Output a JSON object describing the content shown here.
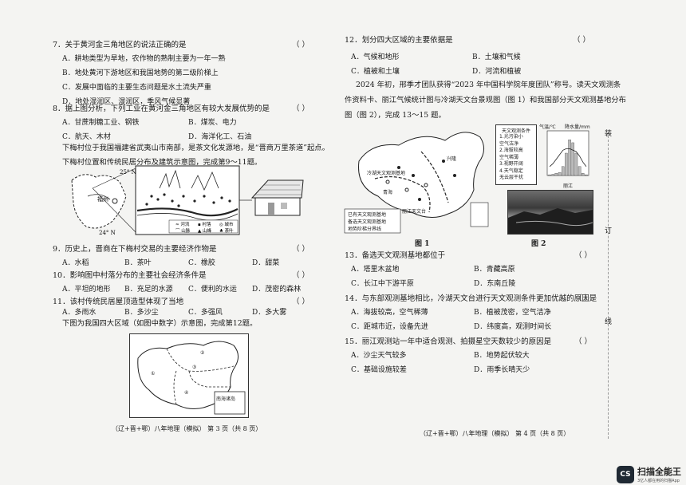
{
  "left": {
    "q7": {
      "stem": "7．关于黄河金三角地区的说法正确的是",
      "paren": "（     ）",
      "options": [
        "A．耕地类型为旱地，农作物的熟制主要为一年一熟",
        "B．地处黄河下游地区和我国地势的第二级阶梯上",
        "C．发展中面临的主要生态问题是水土流失严重",
        "D．地处湿润区、湿润区，季风气候显著"
      ]
    },
    "q8": {
      "stem": "8．据上图分析，下列工业在黄河金三角地区有较大发展优势的是",
      "paren": "（     ）",
      "options": [
        "A．甘蔗制糖工业、钢铁",
        "B．煤炭、电力",
        "C．航天、木材",
        "D．海洋化工、石油"
      ]
    },
    "intro1": [
      "下梅村位于我国福建省武夷山市南部，是茶文化发源地，是“晋商万里茶道”起点。",
      "下梅村位置和传统民居分布及建筑示意图，完成第9～11题。"
    ],
    "map1": {
      "lat25": "25° N",
      "lat24": "24° N",
      "fuzhou": "福州",
      "legend_river": "河流",
      "legend_village": "村落",
      "legend_city": "城市",
      "legend_mountain": "山脉",
      "legend_ridge": "山峰",
      "legend_tea": "茶叶"
    },
    "q9": {
      "stem": "9．历史上，晋商在下梅村交易的主要经济作物是",
      "paren": "（     ）",
      "options": [
        "A．水稻",
        "B．茶叶",
        "C．橡胶",
        "D．甜菜"
      ]
    },
    "q10": {
      "stem": "10．影响图中村落分布的主要社会经济条件是",
      "paren": "（     ）",
      "options": [
        "A．平坦的地形",
        "B．充足的水源",
        "C．便利的水运",
        "D．茂密的森林"
      ]
    },
    "q11": {
      "stem": "11．该村传统民居屋顶造型体现了当地",
      "paren": "（     ）",
      "options": [
        "A．多雨水",
        "B．多沙尘",
        "C．多强风",
        "D．多大雾"
      ]
    },
    "intro2": "下图为我国四大区域（如图中数字）示意图，完成第12题。",
    "map2": {
      "r1": "①",
      "r2": "②",
      "r3": "③",
      "r4": "④",
      "south_sea": "南海诸岛"
    },
    "footer": "（辽+晋+鄂）八年地理（模拟）  第 3 页（共 8 页）"
  },
  "right": {
    "q12": {
      "stem": "12．划分四大区域的主要依据是",
      "paren": "（     ）",
      "options": [
        "A．气候和地形",
        "B．土壤和气候",
        "C．植被和土壤",
        "D．河流和植被"
      ]
    },
    "intro": [
      "2024 年初，邢季才团队获得“2023 年中国科学院年度团队”称号。读天文观测条",
      "件资料卡、丽江气候统计图与冷湖天文台景观图（图 1）和我国部分天文观测基地分布",
      "图（图 2），完成 13～15 题。"
    ],
    "fig1_label": "图 1",
    "fig2_label": "图 2",
    "fig1": {
      "lenghu": "冷湖天文观测基地",
      "qinghai": "青海",
      "legend1": "已有天文观测基地",
      "legend2": "备选天文观测基地",
      "legend3": "地势阶梯分界线",
      "lijiang_obs": "丽江天文台",
      "xinglong": "兴隆"
    },
    "card": {
      "title": "天文观测条件",
      "items": [
        "1.光污染小",
        "空气洁净",
        "2.海拔较高",
        "空气稀薄",
        "3.视野开阔",
        "4.天气稳定",
        "无云层干扰"
      ]
    },
    "climate": {
      "left_label": "气温/℃",
      "right_label": "降水量/mm",
      "city": "丽江"
    },
    "q13": {
      "stem": "13．备选天文观测基地都位于",
      "paren": "（     ）",
      "options": [
        "A．塔里木盆地",
        "B．青藏高原",
        "C．长江中下游平原",
        "D．东南丘陵"
      ]
    },
    "q14": {
      "stem": "14．与东部观测基地相比，冷湖天文台进行天文观测条件更加优越的原因是",
      "paren": "（     ）",
      "options": [
        "A．海拔较高，空气稀薄",
        "B．植被茂密，空气洁净",
        "C．距城市近，设备先进",
        "D．纬度高，观测时间长"
      ]
    },
    "q15": {
      "stem": "15．丽江观测站一年中适合观测、拍摄星空天数较少的原因是",
      "paren": "（     ）",
      "options": [
        "A．沙尘天气较多",
        "B．地势起伏较大",
        "C．基础设施较差",
        "D．雨季长晴天少"
      ]
    },
    "footer": "（辽+晋+鄂）八年地理（模拟）  第 4 页（共 8 页）",
    "side_chars": [
      "装",
      "订",
      "线"
    ]
  },
  "watermark": {
    "logo": "CS",
    "name": "扫描全能王",
    "sub": "3亿人都在用的扫描App"
  },
  "climate_chart": {
    "months": [
      "1",
      "2",
      "3",
      "4",
      "5",
      "6",
      "7",
      "8",
      "9",
      "10",
      "11",
      "12"
    ],
    "precip_mm": [
      5,
      8,
      15,
      20,
      60,
      150,
      240,
      220,
      150,
      60,
      15,
      5
    ],
    "temp_c": [
      6,
      8,
      11,
      14,
      17,
      18,
      18,
      17,
      16,
      13,
      9,
      6
    ]
  }
}
